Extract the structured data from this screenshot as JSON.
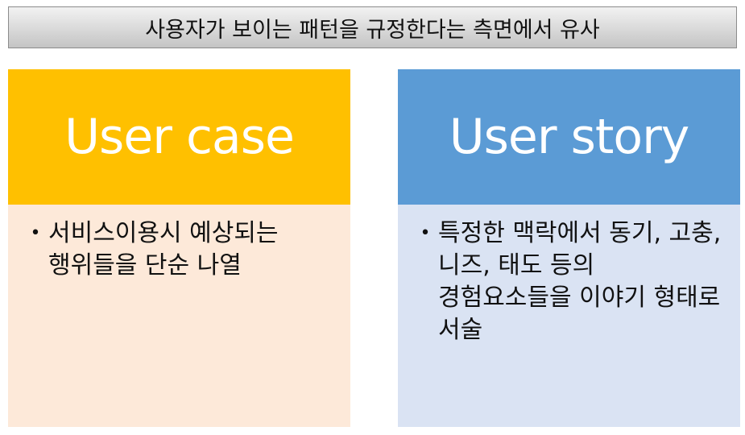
{
  "title": "사용자가 보이는 패턴을 규정한다는 측면에서 유사",
  "cards": [
    {
      "header": "User case",
      "header_color": "#FFC000",
      "body_color": "#FDE9D9",
      "bullets": [
        "서비스이용시 예상되는 행위들을 단순 나열"
      ]
    },
    {
      "header": "User story",
      "header_color": "#5B9BD5",
      "body_color": "#DAE3F3",
      "bullets": [
        "특정한 맥락에서 동기, 고충, 니즈, 태도 등의 경험요소들을 이야기 형태로 서술"
      ]
    }
  ]
}
